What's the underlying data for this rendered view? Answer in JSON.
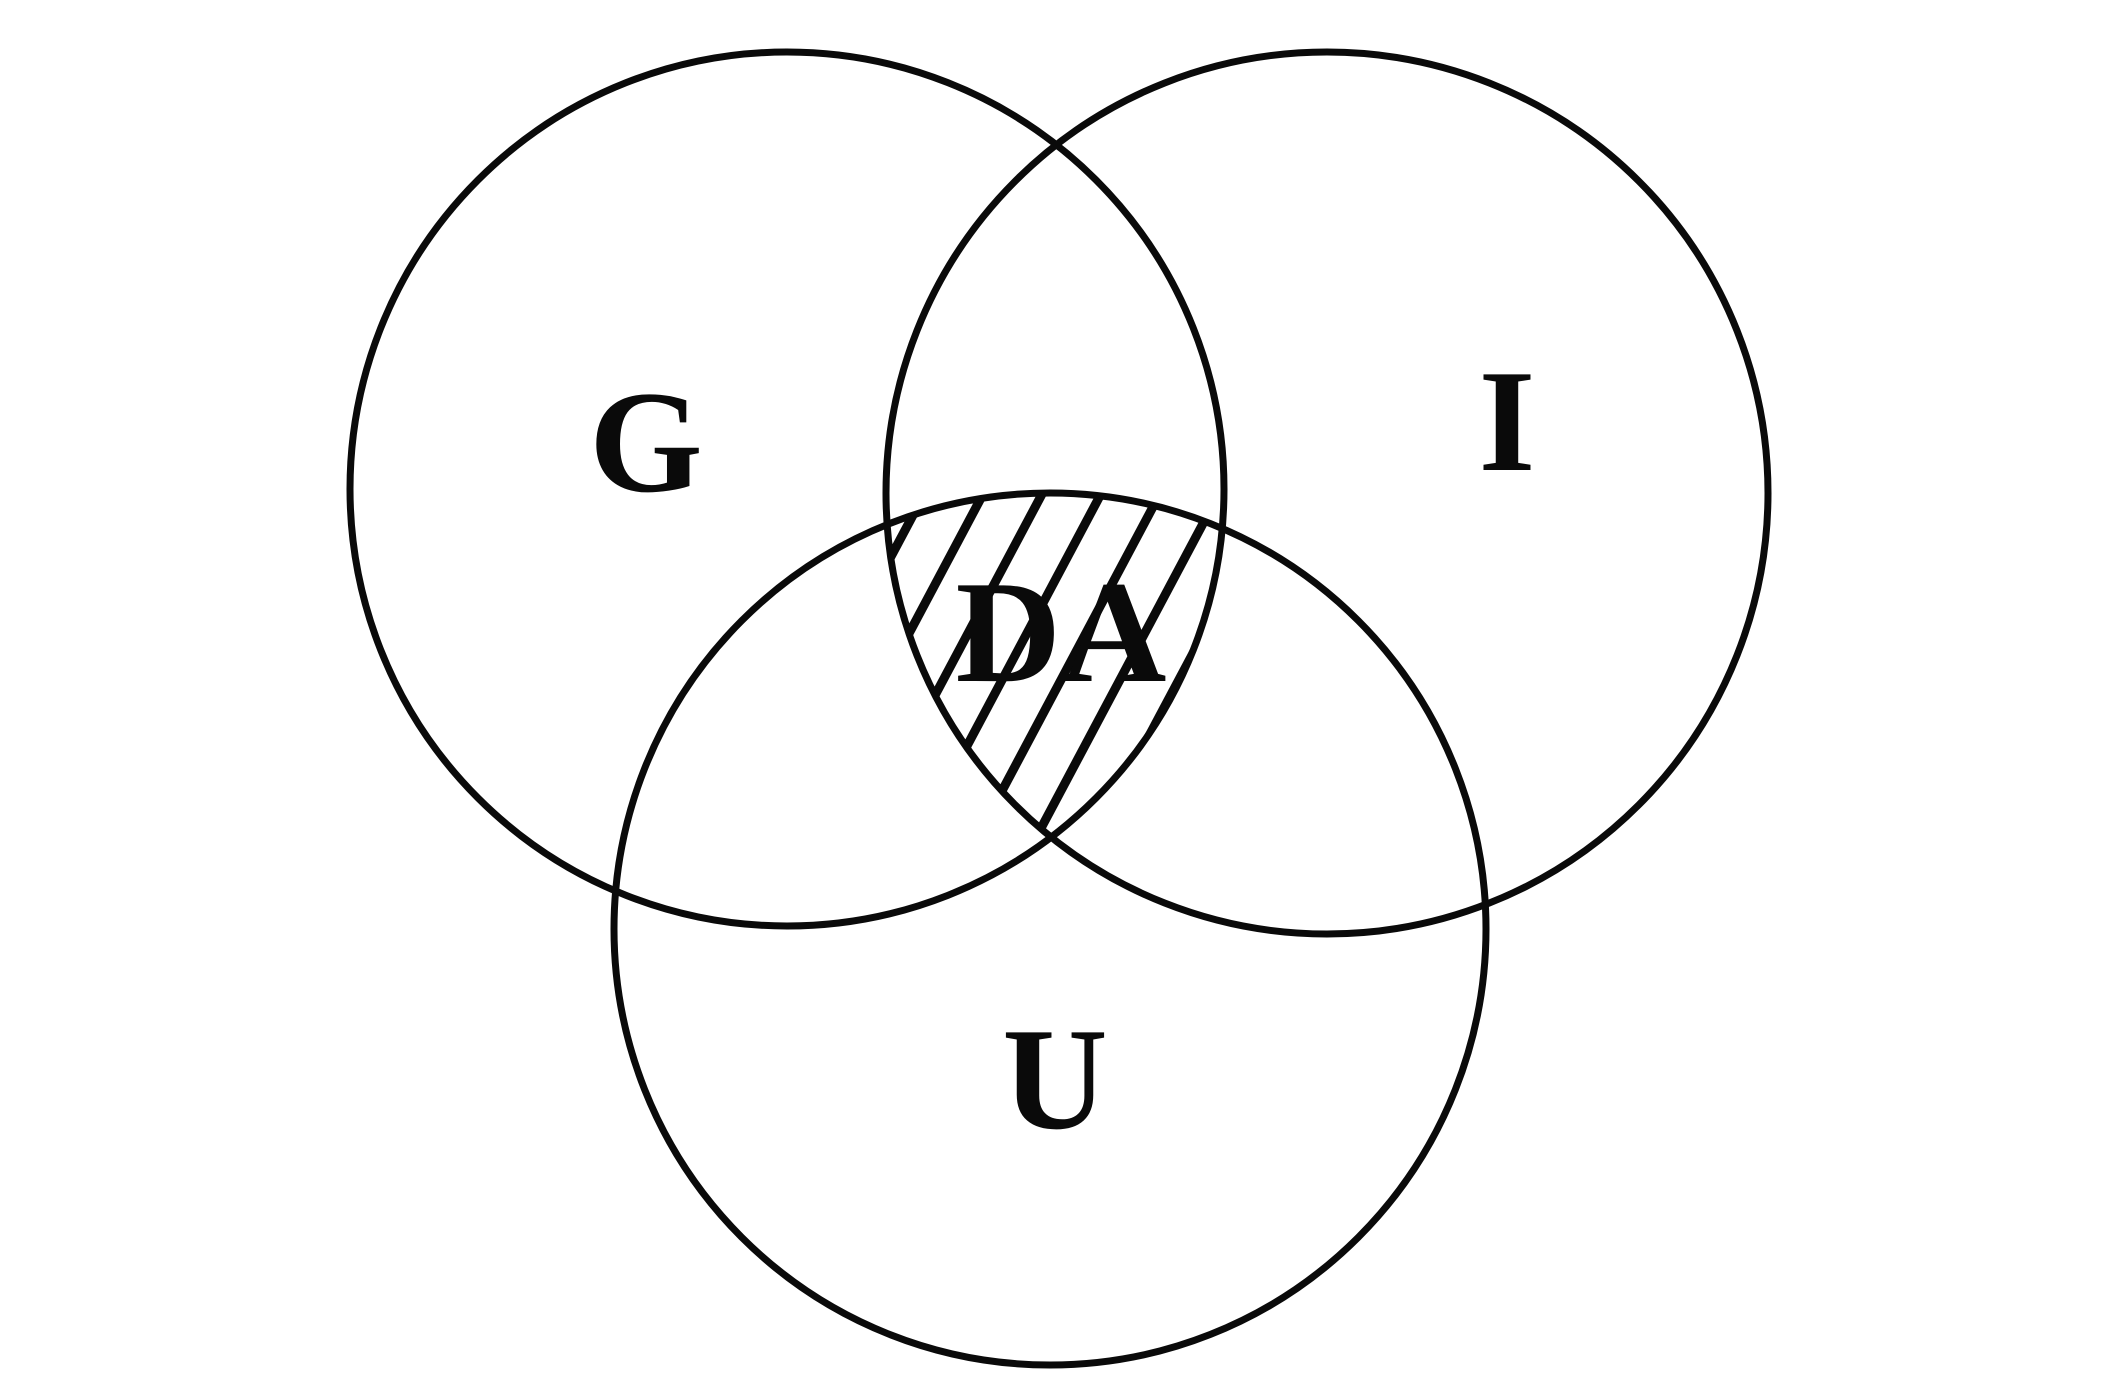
{
  "figure": {
    "type": "venn-diagram",
    "description": "Three-circle Venn diagram whose central triple intersection is shaded with diagonal hatching",
    "background_color": "#ffffff",
    "line_color": "#0a0a0a",
    "sets": [
      {
        "id": "G",
        "label": "G",
        "position": "top-left"
      },
      {
        "id": "I",
        "label": "I",
        "position": "top-right"
      },
      {
        "id": "U",
        "label": "U",
        "position": "bottom"
      }
    ],
    "center_region": {
      "label": "DA",
      "region": "G ∩ I ∩ U",
      "fill_style": "diagonal-hatch"
    }
  }
}
